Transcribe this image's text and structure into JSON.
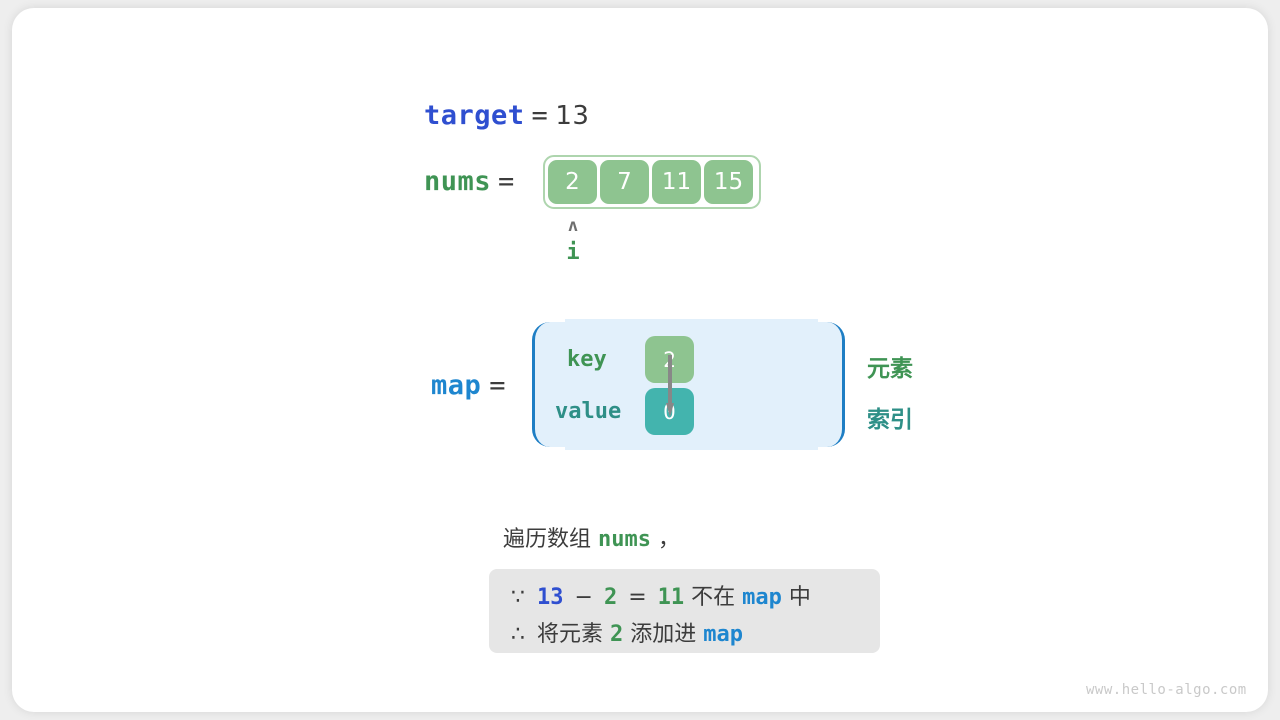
{
  "colors": {
    "var_blue": "#2f4fd0",
    "map_blue": "#1e86cf",
    "green": "#3f9454",
    "teal": "#2e8f87",
    "cell_green": "#8ec490",
    "cell_teal": "#43b4ae",
    "array_border": "#aed5ae",
    "map_box_fill": "#e2f0fb",
    "map_box_border": "#1e7ec4",
    "note_box_fill": "#e6e6e6",
    "text": "#3c3c3c"
  },
  "target": {
    "name": "target",
    "equals": "=",
    "value": "13"
  },
  "nums": {
    "name": "nums",
    "equals": "=",
    "cells": [
      "2",
      "7",
      "11",
      "15"
    ],
    "pointer": {
      "caret": "ʌ",
      "label": "i",
      "index": 0
    }
  },
  "map": {
    "name": "map",
    "equals": "=",
    "key_label": "key",
    "value_label": "value",
    "key_cell": "2",
    "value_cell": "0",
    "legend_element": "元素",
    "legend_index": "索引",
    "arrow_icon": "down-arrow-icon"
  },
  "caption": {
    "prefix": "遍历数组",
    "code": "nums",
    "suffix": "，"
  },
  "note": {
    "line1": {
      "symbol": "∵",
      "a": "13",
      "minus": "−",
      "b": "2",
      "eq": "=",
      "c": "11",
      "mid": "不在",
      "map": "map",
      "tail": "中"
    },
    "line2": {
      "symbol": "∴",
      "pre": "将元素",
      "num": "2",
      "mid": "添加进",
      "map": "map"
    }
  },
  "watermark": "www.hello-algo.com"
}
